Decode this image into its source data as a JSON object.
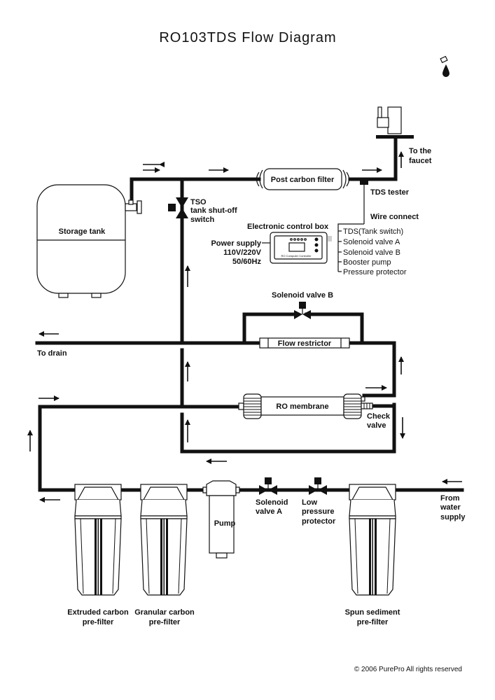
{
  "title": "RO103TDS Flow Diagram",
  "faucet": {
    "label_line1": "To the",
    "label_line2": "faucet"
  },
  "post_carbon_filter": {
    "label": "Post carbon filter"
  },
  "tds_tester": {
    "label": "TDS tester"
  },
  "wire_connect": {
    "label": "Wire connect"
  },
  "tso": {
    "line1": "TSO",
    "line2": "tank shut-off",
    "line3": "switch"
  },
  "storage_tank": {
    "label": "Storage tank"
  },
  "control_box": {
    "label": "Electronic control box",
    "panel_text": "RO Computer Controller",
    "power_supply": {
      "line1": "Power supply",
      "line2": "110V/220V",
      "line3": "50/60Hz"
    },
    "connections": [
      "TDS(Tank switch)",
      "Solenoid valve A",
      "Solenoid valve B",
      "Booster pump",
      "Pressure protector"
    ]
  },
  "solenoid_valve_b": {
    "label": "Solenoid valve B"
  },
  "flow_restrictor": {
    "label": "Flow restrictor"
  },
  "drain": {
    "label": "To drain"
  },
  "ro_membrane": {
    "label": "RO membrane"
  },
  "check_valve": {
    "line1": "Check",
    "line2": "valve"
  },
  "pump": {
    "label": "Pump"
  },
  "solenoid_valve_a": {
    "line1": "Solenoid",
    "line2": "valve A"
  },
  "low_pressure_protector": {
    "line1": "Low",
    "line2": "pressure",
    "line3": "protector"
  },
  "water_supply": {
    "line1": "From",
    "line2": "water",
    "line3": "supply"
  },
  "prefilters": [
    {
      "line1": "Extruded carbon",
      "line2": "pre-filter"
    },
    {
      "line1": "Granular carbon",
      "line2": "pre-filter"
    },
    {
      "line1": "Spun sediment",
      "line2": "pre-filter"
    }
  ],
  "copyright": "© 2006 PurePro All rights reserved"
}
